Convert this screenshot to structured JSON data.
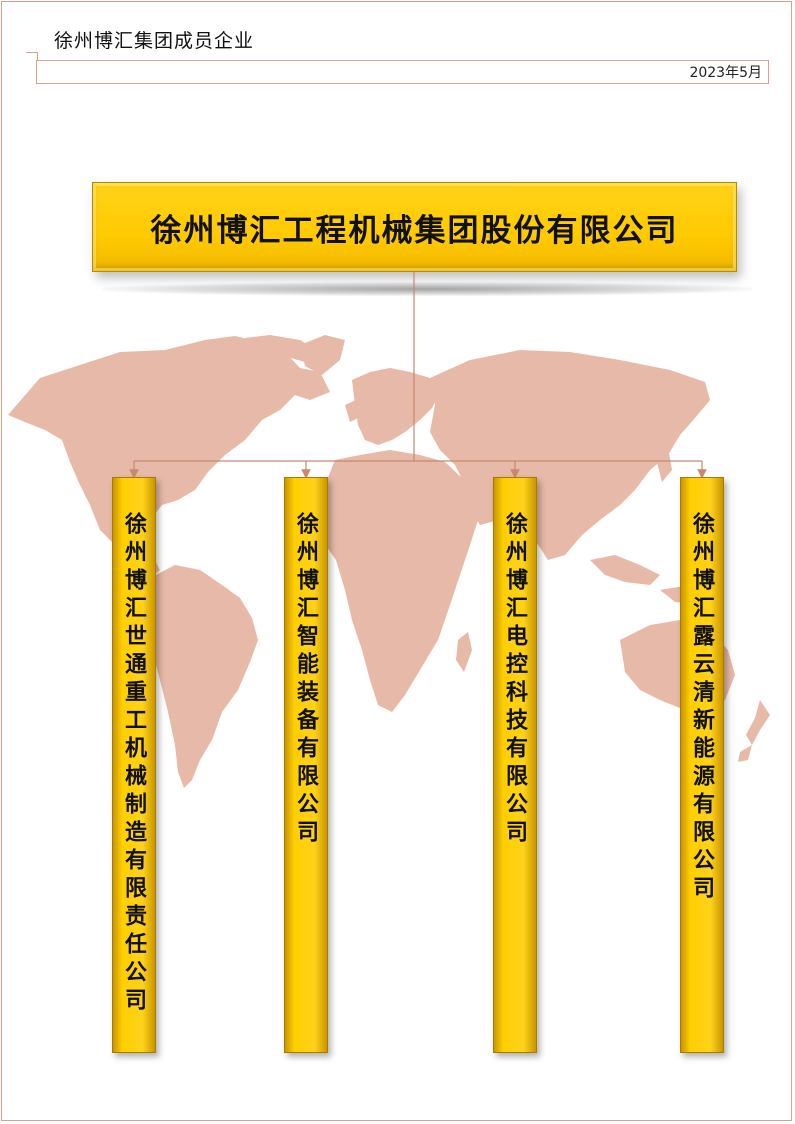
{
  "header": {
    "title": "徐州博汇集团成员企业",
    "date": "2023年5月"
  },
  "org_chart": {
    "parent": {
      "label": "徐州博汇工程机械集团股份有限公司"
    },
    "children": [
      {
        "label": "徐州博汇世通重工机械制造有限责任公司"
      },
      {
        "label": "徐州博汇智能装备有限公司"
      },
      {
        "label": "徐州博汇电控科技有限公司"
      },
      {
        "label": "徐州博汇露云清新能源有限公司"
      }
    ]
  },
  "colors": {
    "box_fill": "#ffcc00",
    "map_fill": "#e6b9a8",
    "connector": "#c9876f",
    "frame": "#d9a08a"
  }
}
